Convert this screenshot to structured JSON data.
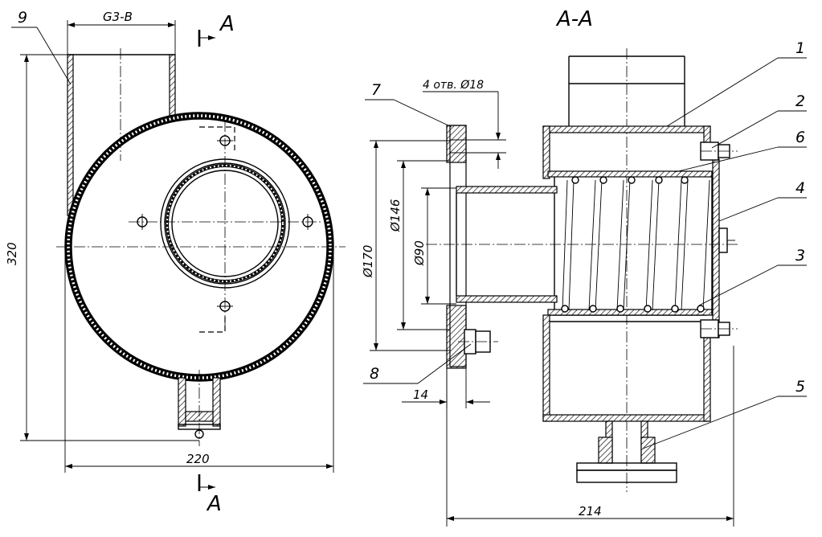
{
  "section_title": "A-A",
  "section_marker": "A",
  "thread_label": "G3-B",
  "hole_note": "4 отв. Ø18",
  "dimensions": {
    "height": "320",
    "width": "220",
    "length": "214",
    "d170": "Ø170",
    "d146": "Ø146",
    "d90": "Ø90",
    "flange": "14"
  },
  "part_numbers": [
    "1",
    "2",
    "3",
    "4",
    "5",
    "6",
    "7",
    "8",
    "9"
  ]
}
